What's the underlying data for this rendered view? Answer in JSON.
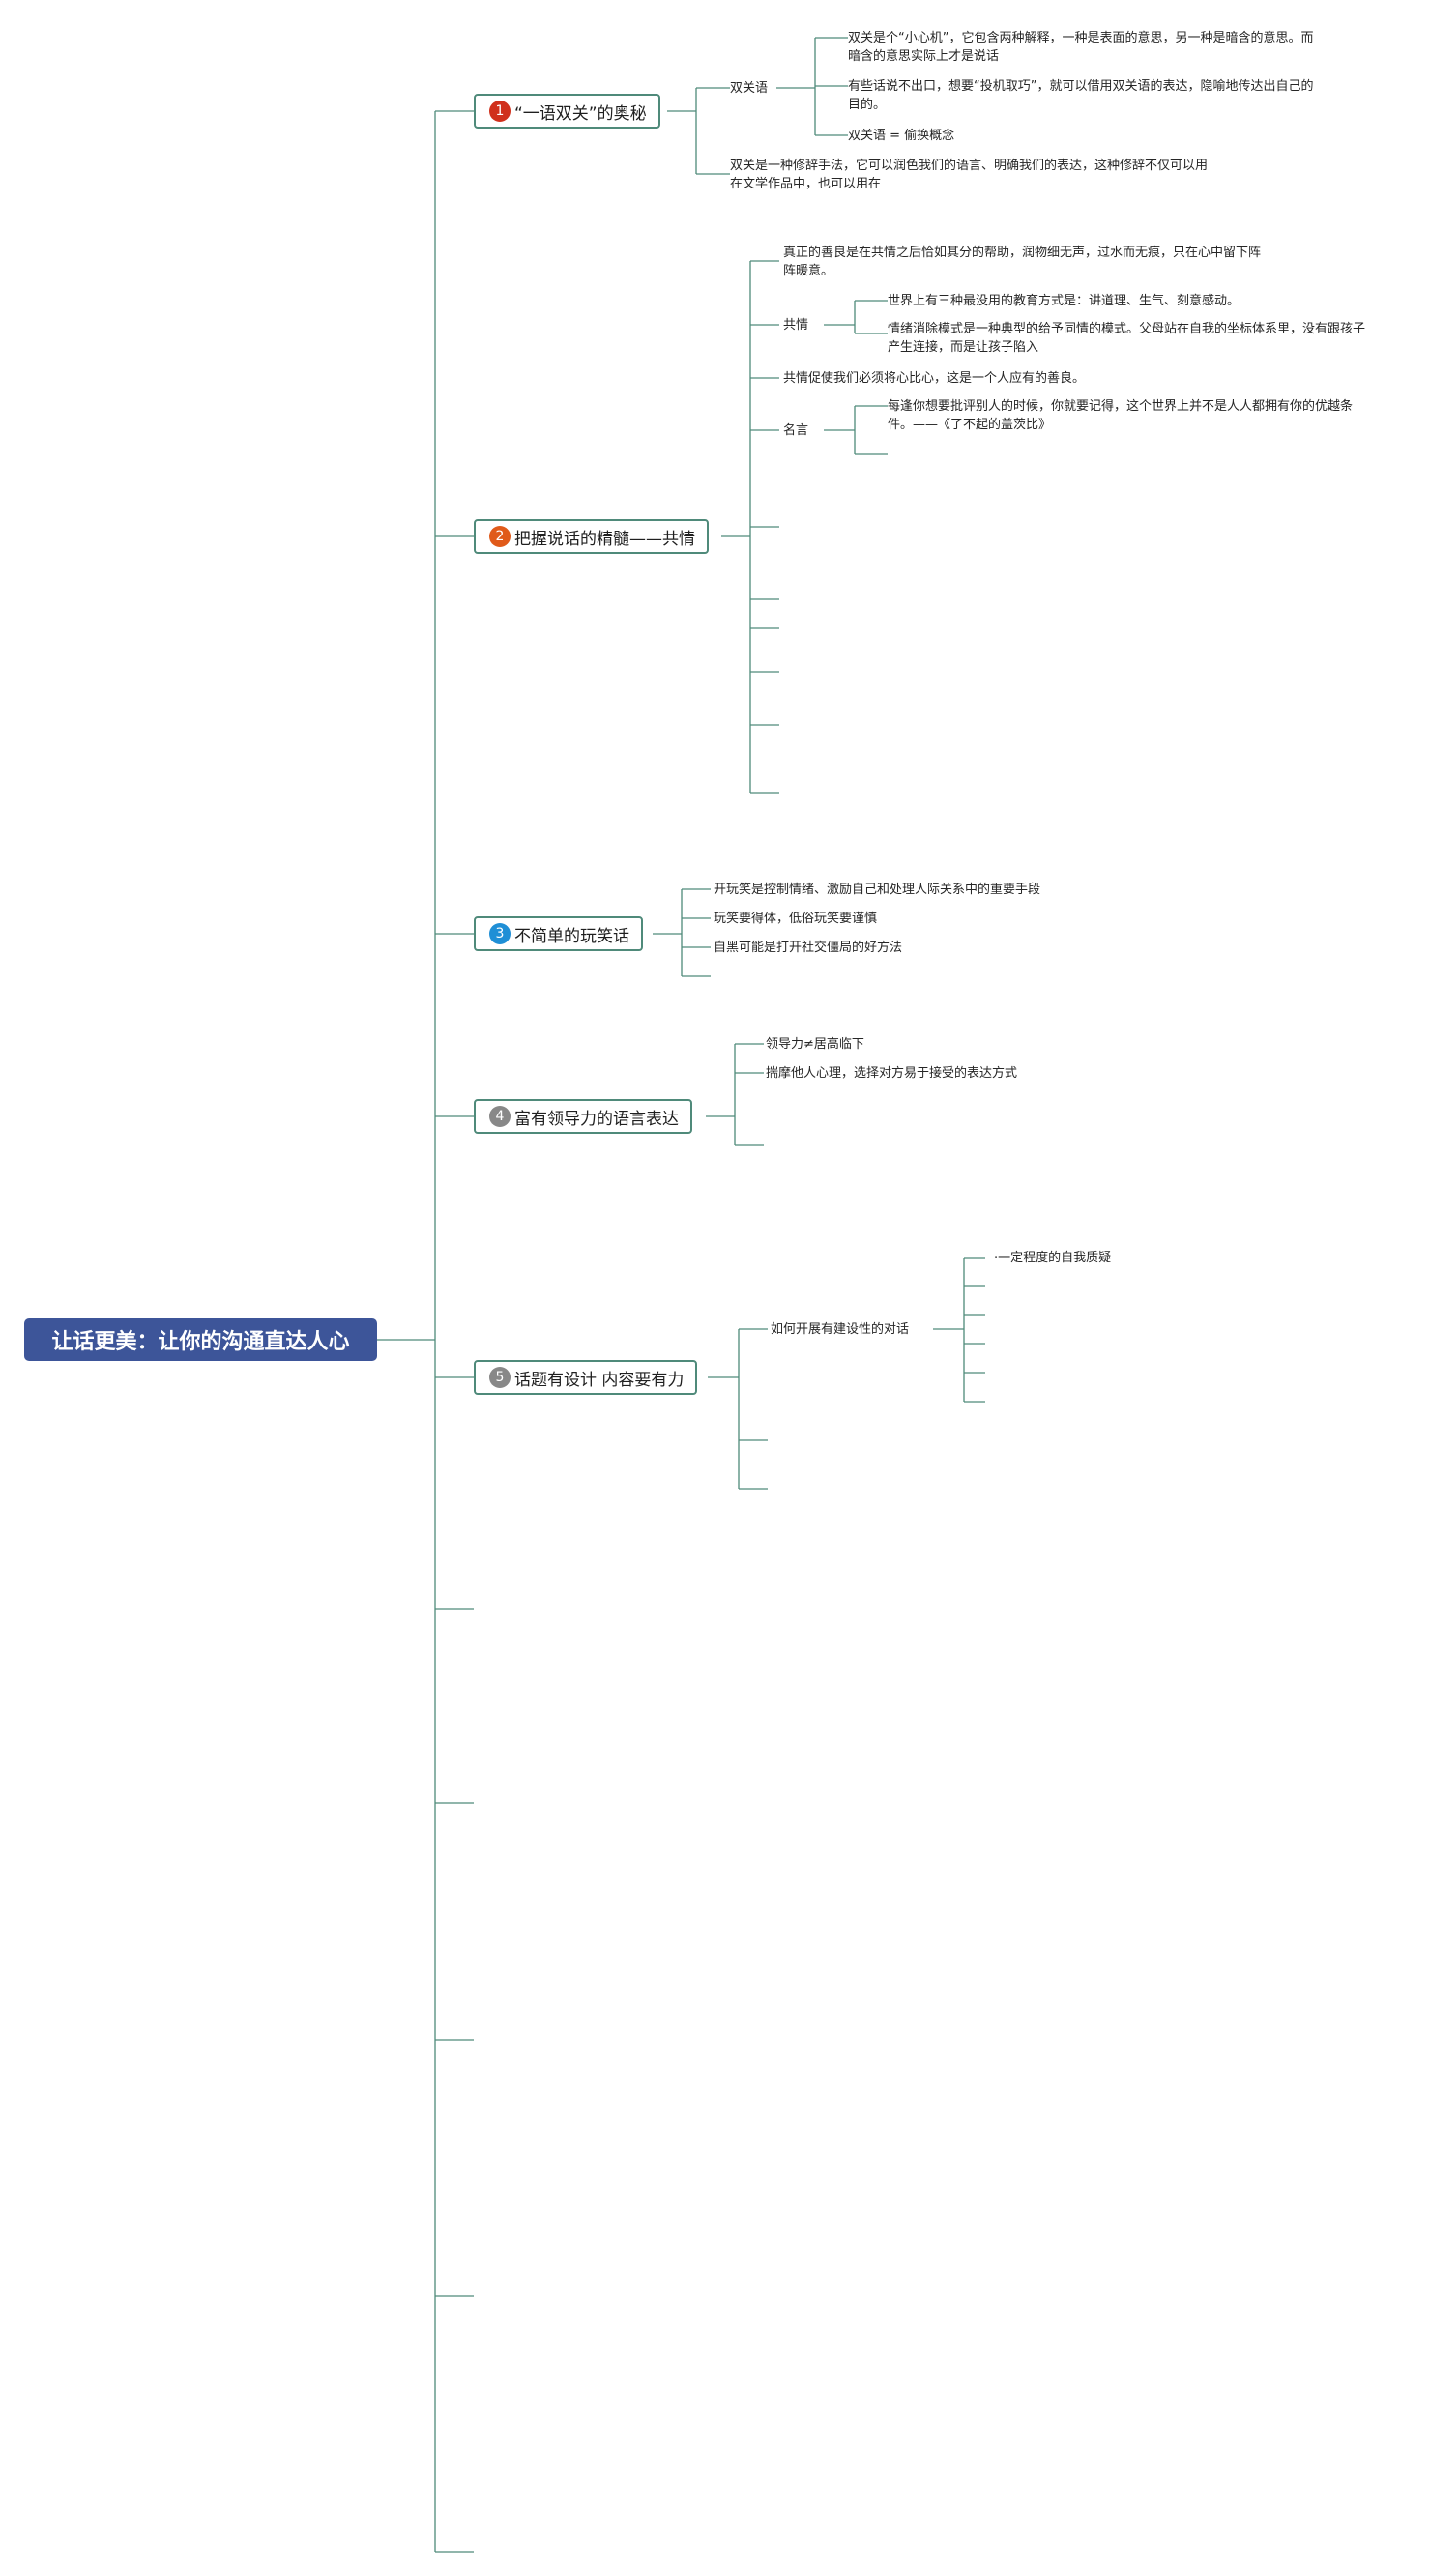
{
  "root": {
    "title": "让话更美：让你的沟通直达人心"
  },
  "colors": {
    "root_bg": "#3d5599",
    "line": "#4f8a7a",
    "badge_1": "#d0301c",
    "badge_2": "#e05a1a",
    "badge_3": "#1f8fd6",
    "badge_4": "#888888",
    "badge_5": "#888888"
  },
  "branches": [
    {
      "number": "1",
      "title": "“一语双关”的奥秘",
      "children": [
        {
          "label": "双关语",
          "children": [
            {
              "label": "双关是个“小心机”，它包含两种解释，一种是表面的意思，另一种是暗含的意思。而暗含的意思实际上才是说话"
            },
            {
              "label": "有些话说不出口，想要“投机取巧”，就可以借用双关语的表达，隐喻地传达出自己的目的。"
            },
            {
              "label": "双关语 = 偷换概念"
            }
          ]
        },
        {
          "label": "双关是一种修辞手法，它可以润色我们的语言、明确我们的表达，这种修辞不仅可以用在文学作品中，也可以用在"
        }
      ]
    },
    {
      "number": "2",
      "title": "把握说话的精髓——共情",
      "children": [
        {
          "label": "真正的善良是在共情之后恰如其分的帮助，润物细无声，过水而无痕，只在心中留下阵阵暖意。"
        },
        {
          "label": "共情",
          "children": [
            {
              "label": "世界上有三种最没用的教育方式是：讲道理、生气、刻意感动。"
            },
            {
              "label": "情绪消除模式是一种典型的给予同情的模式。父母站在自我的坐标体系里，没有跟孩子产生连接，而是让孩子陷入"
            }
          ]
        },
        {
          "label": "共情促使我们必须将心比心，这是一个人应有的善良。"
        },
        {
          "label": "名言",
          "children": [
            {
              "label": "每逢你想要批评别人的时候，你就要记得，这个世界上并不是人人都拥有你的优越条件。——《了不起的盖茨比》"
            },
            {
              "label": ""
            }
          ]
        },
        {
          "label": ""
        },
        {
          "label": ""
        },
        {
          "label": ""
        },
        {
          "label": ""
        },
        {
          "label": ""
        },
        {
          "label": ""
        },
        {
          "label": ""
        }
      ]
    },
    {
      "number": "3",
      "title": "不简单的玩笑话",
      "children": [
        {
          "label": "开玩笑是控制情绪、激励自己和处理人际关系中的重要手段"
        },
        {
          "label": "玩笑要得体，低俗玩笑要谨慎"
        },
        {
          "label": "自黑可能是打开社交僵局的好方法"
        },
        {
          "label": ""
        }
      ]
    },
    {
      "number": "4",
      "title": "富有领导力的语言表达",
      "children": [
        {
          "label": "领导力≠居高临下"
        },
        {
          "label": "揣摩他人心理，选择对方易于接受的表达方式"
        },
        {
          "label": ""
        }
      ]
    },
    {
      "number": "5",
      "title": "话题有设计 内容要有力",
      "children": [
        {
          "label": "如何开展有建设性的对话",
          "children": [
            {
              "label": "·一定程度的自我质疑"
            },
            {
              "label": ""
            },
            {
              "label": ""
            },
            {
              "label": ""
            },
            {
              "label": ""
            },
            {
              "label": ""
            }
          ]
        },
        {
          "label": ""
        },
        {
          "label": ""
        }
      ]
    }
  ],
  "empty_branches": [
    "",
    "",
    "",
    "",
    "",
    ""
  ]
}
